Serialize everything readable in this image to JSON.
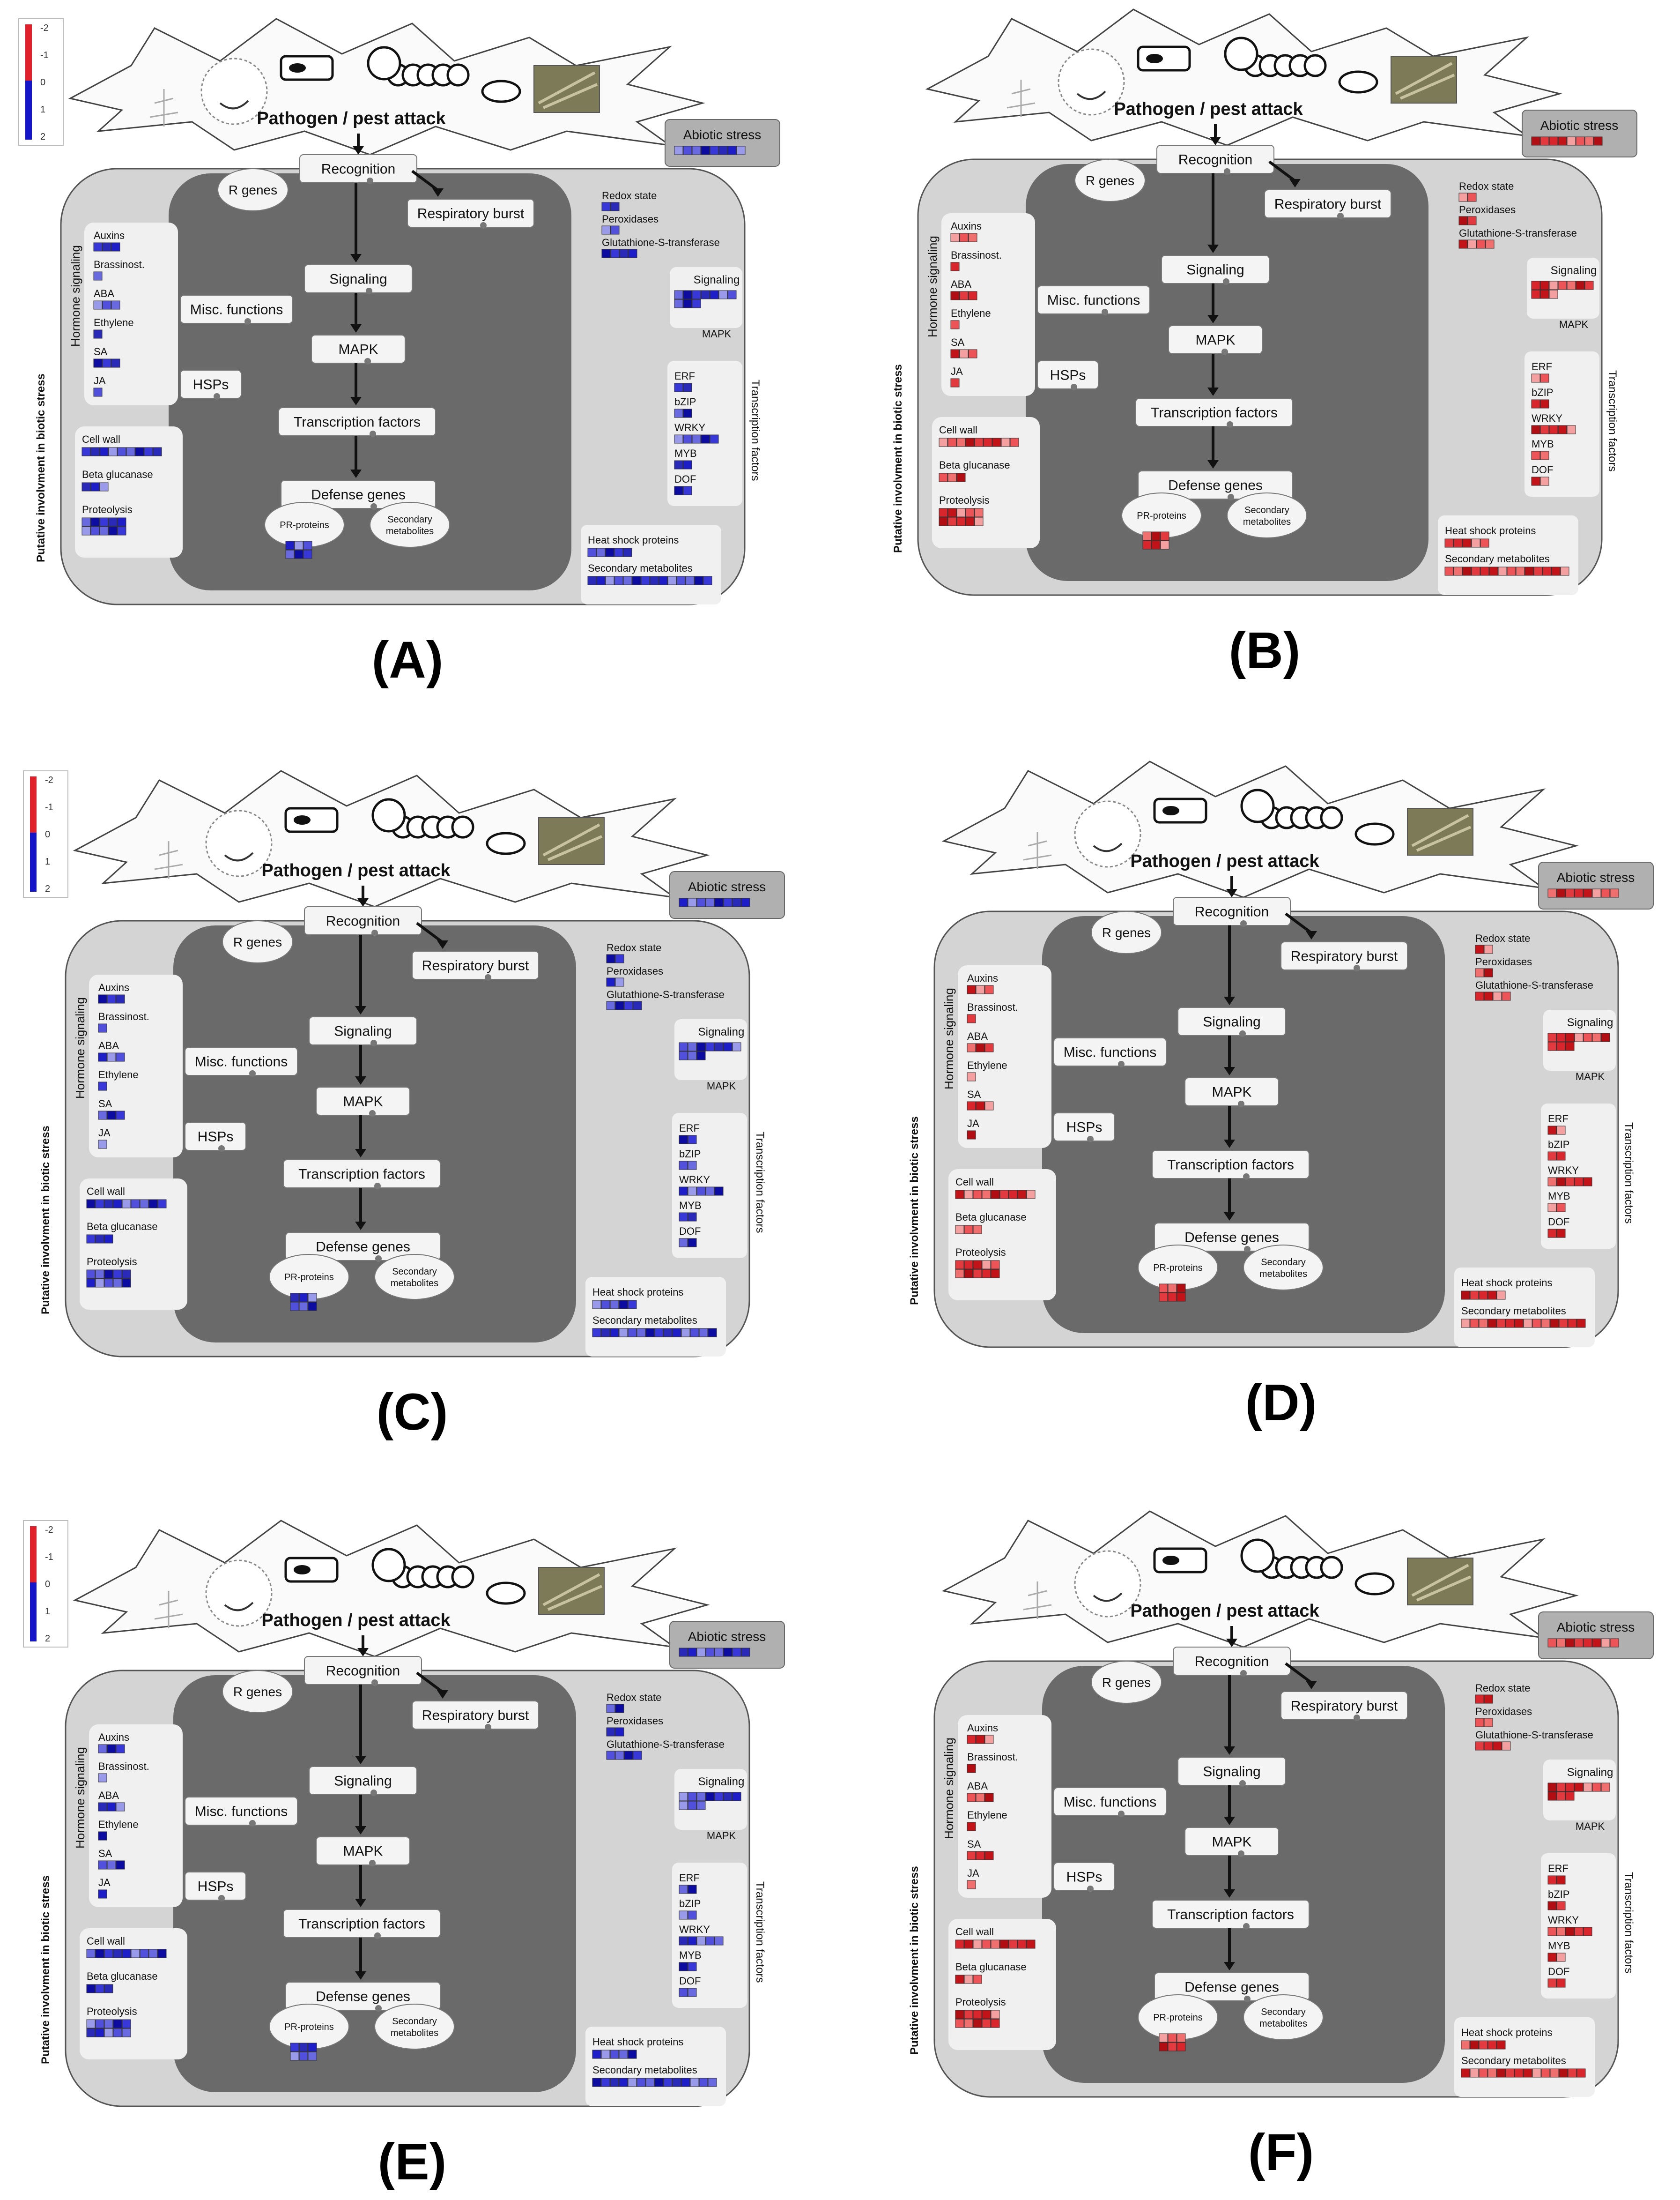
{
  "labels": {
    "attack": "Pathogen / pest attack",
    "abiotic": "Abiotic stress",
    "recognition": "Recognition",
    "r_genes": "R genes",
    "resp_burst": "Respiratory burst",
    "signaling": "Signaling",
    "misc": "Misc. functions",
    "mapk": "MAPK",
    "hsps": "HSPs",
    "tf": "Transcription factors",
    "defense": "Defense genes",
    "pr": "PR-proteins",
    "secondary_1": "Secondary",
    "secondary_2": "metabolites",
    "hormone_title": "Hormone signaling",
    "auxins": "Auxins",
    "brassinost": "Brassinost.",
    "aba": "ABA",
    "ethylene": "Ethylene",
    "sa": "SA",
    "ja": "JA",
    "cell_wall": "Cell wall",
    "beta_glucanase": "Beta glucanase",
    "proteolysis": "Proteolysis",
    "redox": "Redox state",
    "peroxidases": "Peroxidases",
    "gst": "Glutathione-S-transferase",
    "r_signaling": "Signaling",
    "r_mapk": "MAPK",
    "erf": "ERF",
    "bzip": "bZIP",
    "wrky": "WRKY",
    "myb": "MYB",
    "dof": "DOF",
    "tf_side": "Transcription factors",
    "heat_shock": "Heat shock proteins",
    "secondary_metabolites": "Secondary metabolites",
    "side_title": "Putative involvment in biotic stress"
  },
  "legend": {
    "ticks": [
      "-2",
      "-1",
      "0",
      "1",
      "2"
    ],
    "high_color": "#e0202a",
    "low_color": "#1414c8"
  },
  "colors": {
    "red": "#d8262c",
    "blue": "#2323c8",
    "neutral_bg": "#f3f3f3"
  },
  "panels": [
    {
      "caption": "(A)",
      "scheme": "blue",
      "legend": true
    },
    {
      "caption": "(B)",
      "scheme": "red",
      "legend": false
    },
    {
      "caption": "(C)",
      "scheme": "blue",
      "legend": true
    },
    {
      "caption": "(D)",
      "scheme": "red",
      "legend": false
    },
    {
      "caption": "(E)",
      "scheme": "blue",
      "legend": true
    },
    {
      "caption": "(F)",
      "scheme": "red",
      "legend": false
    }
  ]
}
